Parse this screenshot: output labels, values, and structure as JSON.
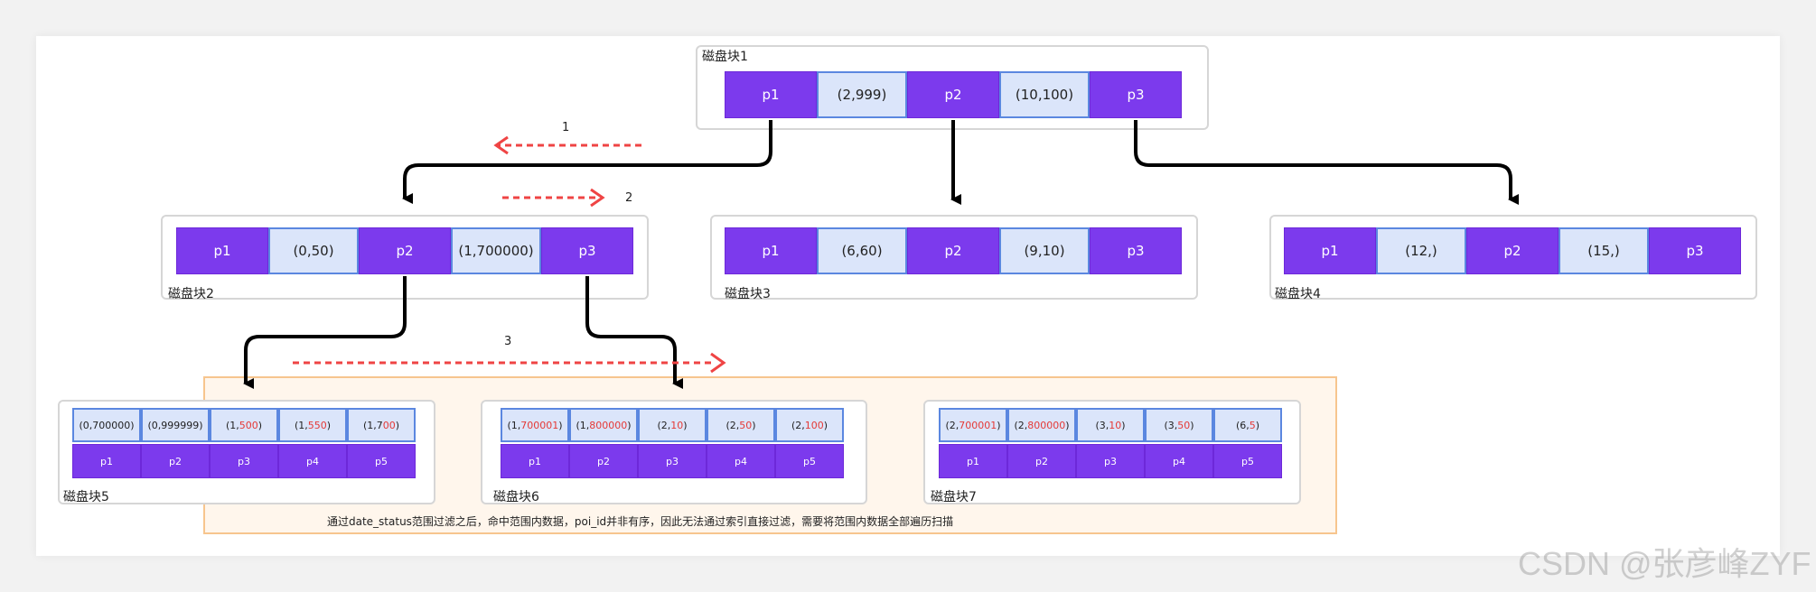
{
  "blocks": {
    "b1": {
      "label": "磁盘块1",
      "cells": [
        "p1",
        "(2,999)",
        "p2",
        "(10,100)",
        "p3"
      ]
    },
    "b2": {
      "label": "磁盘块2",
      "cells": [
        "p1",
        "(0,50)",
        "p2",
        "(1,700000)",
        "p3"
      ]
    },
    "b3": {
      "label": "磁盘块3",
      "cells": [
        "p1",
        "(6,60)",
        "p2",
        "(9,10)",
        "p3"
      ]
    },
    "b4": {
      "label": "磁盘块4",
      "cells": [
        "p1",
        "(12,)",
        "p2",
        "(15,)",
        "p3"
      ]
    }
  },
  "leaves": {
    "b5": {
      "label": "磁盘块5",
      "keys": [
        {
          "pre": "(0,700000)",
          "red": "",
          "post": ""
        },
        {
          "pre": "(0,999999)",
          "red": "",
          "post": ""
        },
        {
          "pre": "(1,",
          "red": "500",
          "post": ")"
        },
        {
          "pre": "(1,",
          "red": "550",
          "post": ")"
        },
        {
          "pre": "(1,7",
          "red": "00",
          "post": ")"
        }
      ],
      "ptrs": [
        "p1",
        "p2",
        "p3",
        "p4",
        "p5"
      ]
    },
    "b6": {
      "label": "磁盘块6",
      "keys": [
        {
          "pre": "(1,",
          "red": "700001",
          "post": ")"
        },
        {
          "pre": "(1,",
          "red": "800000",
          "post": ")"
        },
        {
          "pre": "(2,",
          "red": "10",
          "post": ")"
        },
        {
          "pre": "(2,",
          "red": "50",
          "post": ")"
        },
        {
          "pre": "(2,",
          "red": "100",
          "post": ")"
        }
      ],
      "ptrs": [
        "p1",
        "p2",
        "p3",
        "p4",
        "p5"
      ]
    },
    "b7": {
      "label": "磁盘块7",
      "keys": [
        {
          "pre": "(2,",
          "red": "700001",
          "post": ")"
        },
        {
          "pre": "(2,",
          "red": "800000",
          "post": ")"
        },
        {
          "pre": "(3,",
          "red": "10",
          "post": ")"
        },
        {
          "pre": "(3,",
          "red": "50",
          "post": ")"
        },
        {
          "pre": "(6,",
          "red": "5",
          "post": ")"
        }
      ],
      "ptrs": [
        "p1",
        "p2",
        "p3",
        "p4",
        "p5"
      ]
    }
  },
  "steps": [
    "1",
    "2",
    "3"
  ],
  "note": "通过date_status范围过滤之后，命中范围内数据，poi_id并非有序，因此无法通过索引直接过滤，需要将范围内数据全部遍历扫描",
  "watermark": "CSDN @张彦峰ZYF",
  "colors": {
    "pointer": "#7c3aed",
    "key": "#dbe5fa",
    "key_border": "#5b87e0",
    "arrow": "#000000",
    "dashed_arrow": "#ef4444",
    "highlight_fill": "#fff6ec",
    "highlight_border": "#f7c58e",
    "red_text": "#e53935"
  }
}
